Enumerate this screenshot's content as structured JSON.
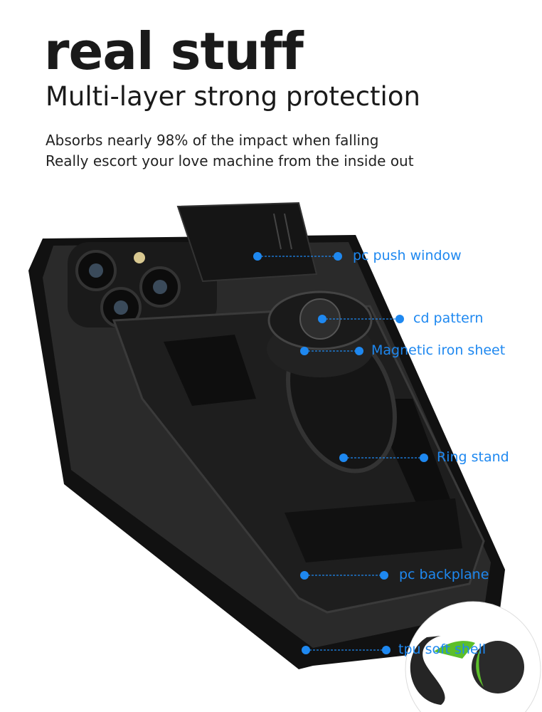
{
  "headline": "real stuff",
  "subheadline": "Multi-layer strong protection",
  "description": [
    "Absorbs nearly 98% of the impact when falling",
    "Really escort your love machine from the inside out"
  ],
  "callouts": [
    "pc push window",
    "cd pattern",
    "Magnetic iron sheet",
    "Ring stand",
    "pc backplane",
    "tpu soft shell"
  ],
  "colors": {
    "accent": "#1e88f0",
    "case": "#1c1c1c",
    "logo_green": "#5cbf2a"
  }
}
